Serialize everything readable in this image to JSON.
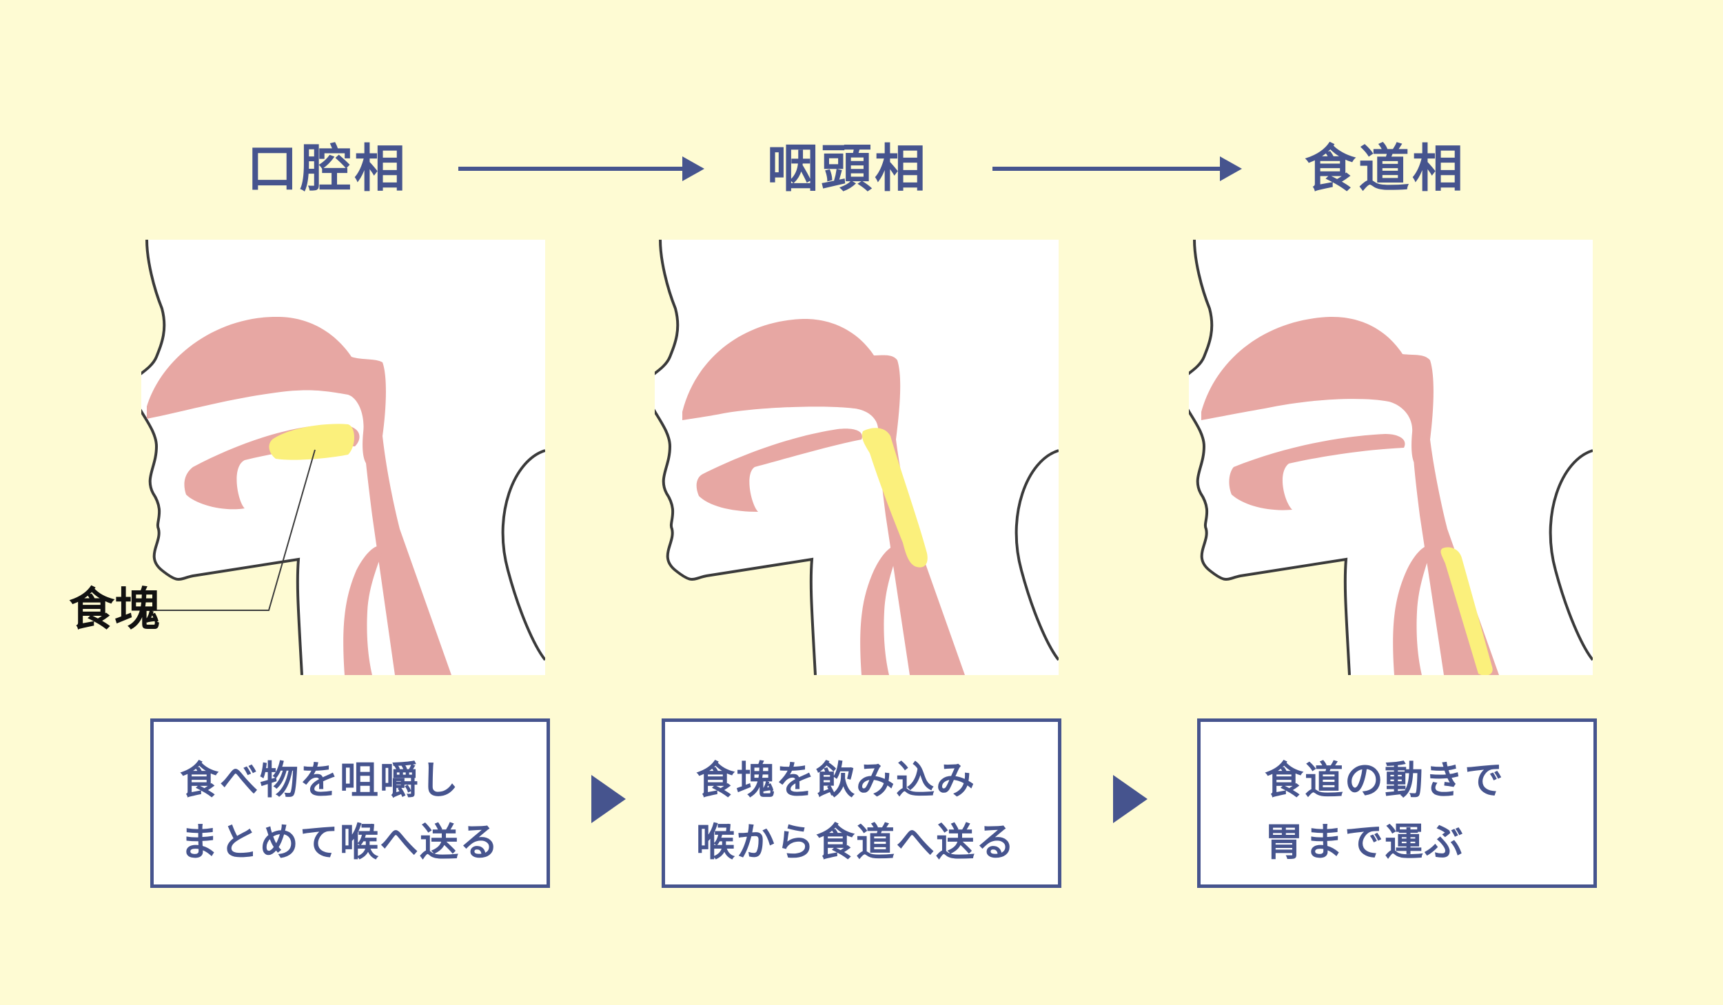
{
  "colors": {
    "background": "#fefbd3",
    "accent": "#46548e",
    "tissue": "#e7a7a3",
    "bolus": "#fbf07c",
    "outline": "#3a3a3a",
    "label": "#111111"
  },
  "phases": [
    {
      "title": "口腔相",
      "desc_line1": "食べ物を咀嚼し",
      "desc_line2": "まとめて喉へ送る"
    },
    {
      "title": "咽頭相",
      "desc_line1": "食塊を飲み込み",
      "desc_line2": "喉から食道へ送る"
    },
    {
      "title": "食道相",
      "desc_line1": "食道の動きで",
      "desc_line2": "胃まで運ぶ"
    }
  ],
  "bolus_label": "食塊"
}
